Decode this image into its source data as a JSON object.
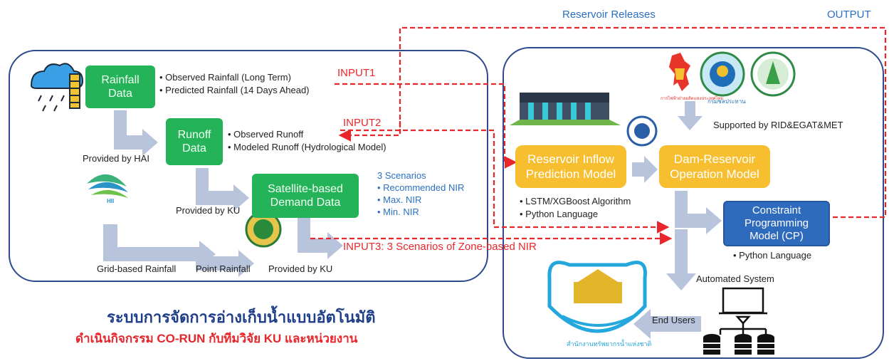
{
  "header": {
    "reservoir_releases": "Reservoir Releases",
    "output": "OUTPUT"
  },
  "left": {
    "rainfall": "Rainfall\nData",
    "rainfall_bullets": [
      "Observed Rainfall (Long Term)",
      "Predicted Rainfall (14 Days Ahead)"
    ],
    "input1": "INPUT1",
    "runoff": "Runoff\nData",
    "runoff_bullets": [
      "Observed Runoff",
      "Modeled Runoff (Hydrological Model)"
    ],
    "input2": "INPUT2",
    "provided_hai": "Provided by HAI",
    "hii_logo_text": "HII",
    "satellite": "Satellite-based\nDemand Data",
    "scenarios_title": "3 Scenarios",
    "scenarios": [
      "Recommended NIR",
      "Max. NIR",
      "Min. NIR"
    ],
    "provided_ku_1": "Provided by KU",
    "input3": "INPUT3: 3 Scenarios of Zone-based NIR",
    "grid_rainfall": "Grid-based Rainfall",
    "point_rainfall": "Point Rainfall",
    "provided_ku_2": "Provided by KU"
  },
  "right": {
    "inflow_model": "Reservoir Inflow\nPrediction Model",
    "dam_model": "Dam-Reservoir\nOperation Model",
    "supported": "Supported by RID&EGAT&MET",
    "inflow_bullets": [
      "LSTM/XGBoost Algorithm",
      "Python Language"
    ],
    "cp_model": "Constraint\nProgramming\nModel (CP)",
    "cp_bullets": [
      "Python Language"
    ],
    "automated": "Automated System",
    "end_users": "End Users",
    "rid_logo_text": "กรมชลประทาน",
    "egat_logo_text": "การไฟฟ้าฝ่ายผลิตแห่งประเทศไทย",
    "onwr_logo_text": "สำนักงานทรัพยากรน้ำแห่งชาติ"
  },
  "footer": {
    "title_th": "ระบบการจัดการอ่างเก็บน้ำแบบอัตโนมัติ",
    "subtitle_th": "ดำเนินกิจกรรม CO-RUN กับทีมวิจัย KU และหน่วยงาน"
  },
  "colors": {
    "panel_border": "#2e4a8f",
    "green_box": "#25b35a",
    "yellow_box": "#f7bf2f",
    "blue_box": "#2f6bbd",
    "red_input": "#e8262b",
    "blue_text": "#2a6fc2",
    "arrow": "#b8c4dc"
  }
}
